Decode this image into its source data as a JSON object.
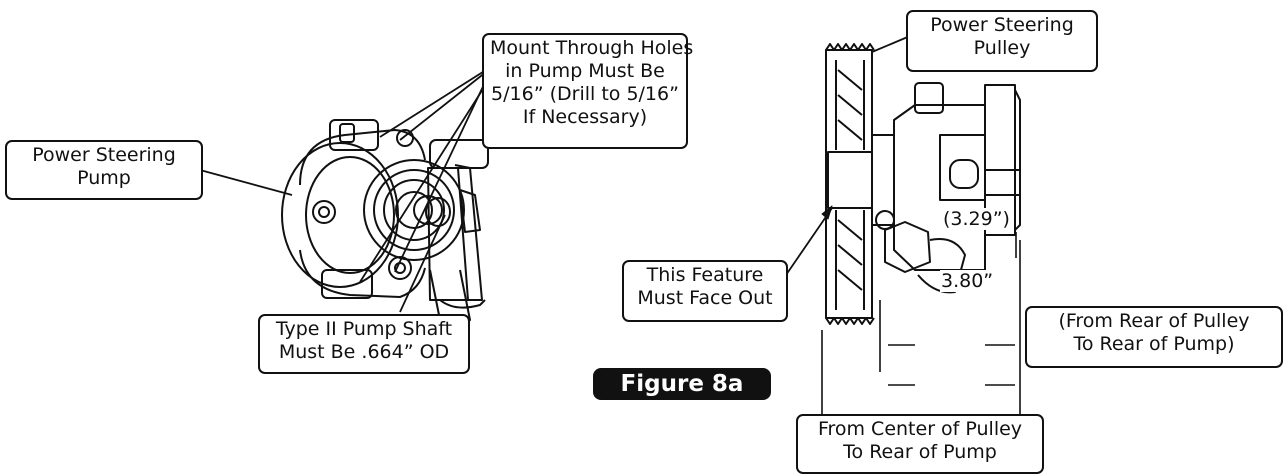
{
  "callouts": {
    "mount_holes": [
      "Mount Through Holes",
      "in Pump Must Be",
      "5/16” (Drill to 5/16”",
      "If Necessary)"
    ],
    "ps_pump": [
      "Power Steering",
      "Pump"
    ],
    "type2_shaft": [
      "Type II Pump Shaft",
      "Must Be .664” OD"
    ],
    "ps_pulley": [
      "Power Steering",
      "Pulley"
    ],
    "feature_out": [
      "This Feature",
      "Must Face Out"
    ],
    "rear_note": [
      "(From Rear of Pulley",
      "To Rear of Pump)"
    ],
    "center_note": [
      "From Center of Pulley",
      "To Rear of Pump"
    ]
  },
  "dimensions": {
    "rear_to_rear": "(3.29”)",
    "center_to_rear": "3.80”"
  },
  "figure_label": "Figure 8a"
}
